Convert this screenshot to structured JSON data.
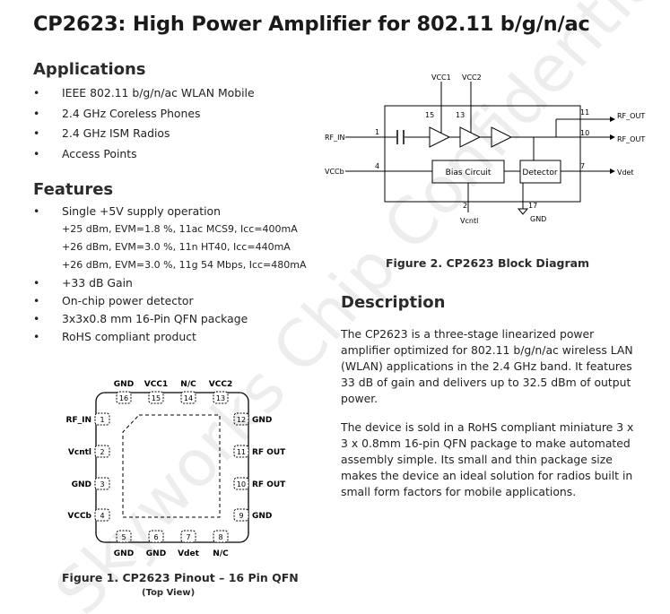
{
  "title": "CP2623: High Power Amplifier for 802.11 b/g/n/ac",
  "applications": {
    "heading": "Applications",
    "items": [
      "IEEE 802.11 b/g/n/ac WLAN Mobile",
      "2.4 GHz Coreless Phones",
      "2.4 GHz ISM Radios",
      "Access Points"
    ]
  },
  "features": {
    "heading": "Features",
    "items": [
      "Single +5V supply operation",
      "+33 dB Gain",
      "On-chip power detector",
      "3x3x0.8 mm 16-Pin QFN package",
      "RoHS compliant product"
    ],
    "sub_items": [
      "+25 dBm, EVM=1.8 %, 11ac MCS9, Icc=400mA",
      "+26 dBm, EVM=3.0 %, 11n HT40, Icc=440mA",
      "+26 dBm, EVM=3.0 %, 11g 54 Mbps, Icc=480mA"
    ]
  },
  "bullet_glyph": "•",
  "block_diagram": {
    "caption": "Figure 2. CP2623 Block Diagram",
    "labels": {
      "vcc1": "VCC1",
      "vcc2": "VCC2",
      "rf_in": "RF_IN",
      "vccb": "VCCb",
      "rf_out_11": "RF_OUT",
      "rf_out_10": "RF_OUT",
      "vdet": "Vdet",
      "vcntl": "Vcntl",
      "gnd": "GND",
      "bias": "Bias Circuit",
      "detector": "Detector"
    },
    "pins": {
      "p15": "15",
      "p13": "13",
      "p1": "1",
      "p4": "4",
      "p11": "11",
      "p10": "10",
      "p7": "7",
      "p2": "2",
      "p17": "17"
    }
  },
  "description": {
    "heading": "Description",
    "p1": "The CP2623 is a three-stage linearized power amplifier optimized for 802.11 b/g/n/ac wireless LAN (WLAN) applications in the 2.4 GHz band. It features 33 dB of gain and delivers up to 32.5 dBm of output power.",
    "p2": "The device is sold in a RoHS compliant miniature 3 x 3 x 0.8mm 16-pin QFN package to make automated assembly simple. Its small and thin package size makes the device an ideal solution for radios built in small form factors for mobile applications."
  },
  "pinout": {
    "caption": "Figure 1. CP2623 Pinout – 16 Pin QFN",
    "subcaption": "(Top View)",
    "top": [
      {
        "label": "GND",
        "num": "16"
      },
      {
        "label": "VCC1",
        "num": "15"
      },
      {
        "label": "N/C",
        "num": "14"
      },
      {
        "label": "VCC2",
        "num": "13"
      }
    ],
    "left": [
      {
        "label": "RF_IN",
        "num": "1"
      },
      {
        "label": "Vcntl",
        "num": "2"
      },
      {
        "label": "GND",
        "num": "3"
      },
      {
        "label": "VCCb",
        "num": "4"
      }
    ],
    "right": [
      {
        "label": "GND",
        "num": "12"
      },
      {
        "label": "RF OUT",
        "num": "11"
      },
      {
        "label": "RF OUT",
        "num": "10"
      },
      {
        "label": "GND",
        "num": "9"
      }
    ],
    "bottom": [
      {
        "label": "GND",
        "num": "5"
      },
      {
        "label": "GND",
        "num": "6"
      },
      {
        "label": "Vdet",
        "num": "7"
      },
      {
        "label": "N/C",
        "num": "8"
      }
    ]
  },
  "watermark": "Skyworks Chip Confidential"
}
